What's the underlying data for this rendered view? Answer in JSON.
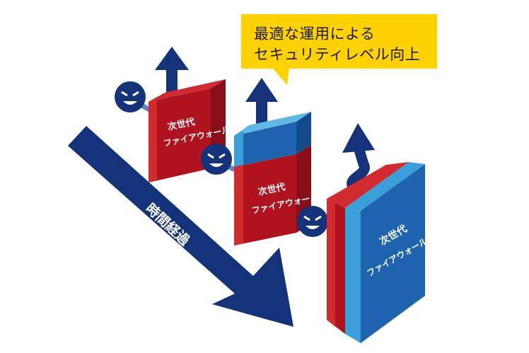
{
  "callout": {
    "line1": "最適な運用による",
    "line2": "セキュリティレベル向上"
  },
  "time_arrow": {
    "label": "時間経過"
  },
  "boxes": [
    {
      "line1": "次世代",
      "line2": "ファイアウォール"
    },
    {
      "line1": "次世代",
      "line2": "ファイアウォール"
    },
    {
      "line1": "次世代",
      "line2": "ファイアウォール"
    }
  ],
  "colors": {
    "navy": "#14337A",
    "red_front": "#B0121E",
    "red_side": "#D12A2F",
    "blue_front": "#1E63AE",
    "blue_side": "#3A9FD8",
    "yellow": "#FFD200"
  }
}
